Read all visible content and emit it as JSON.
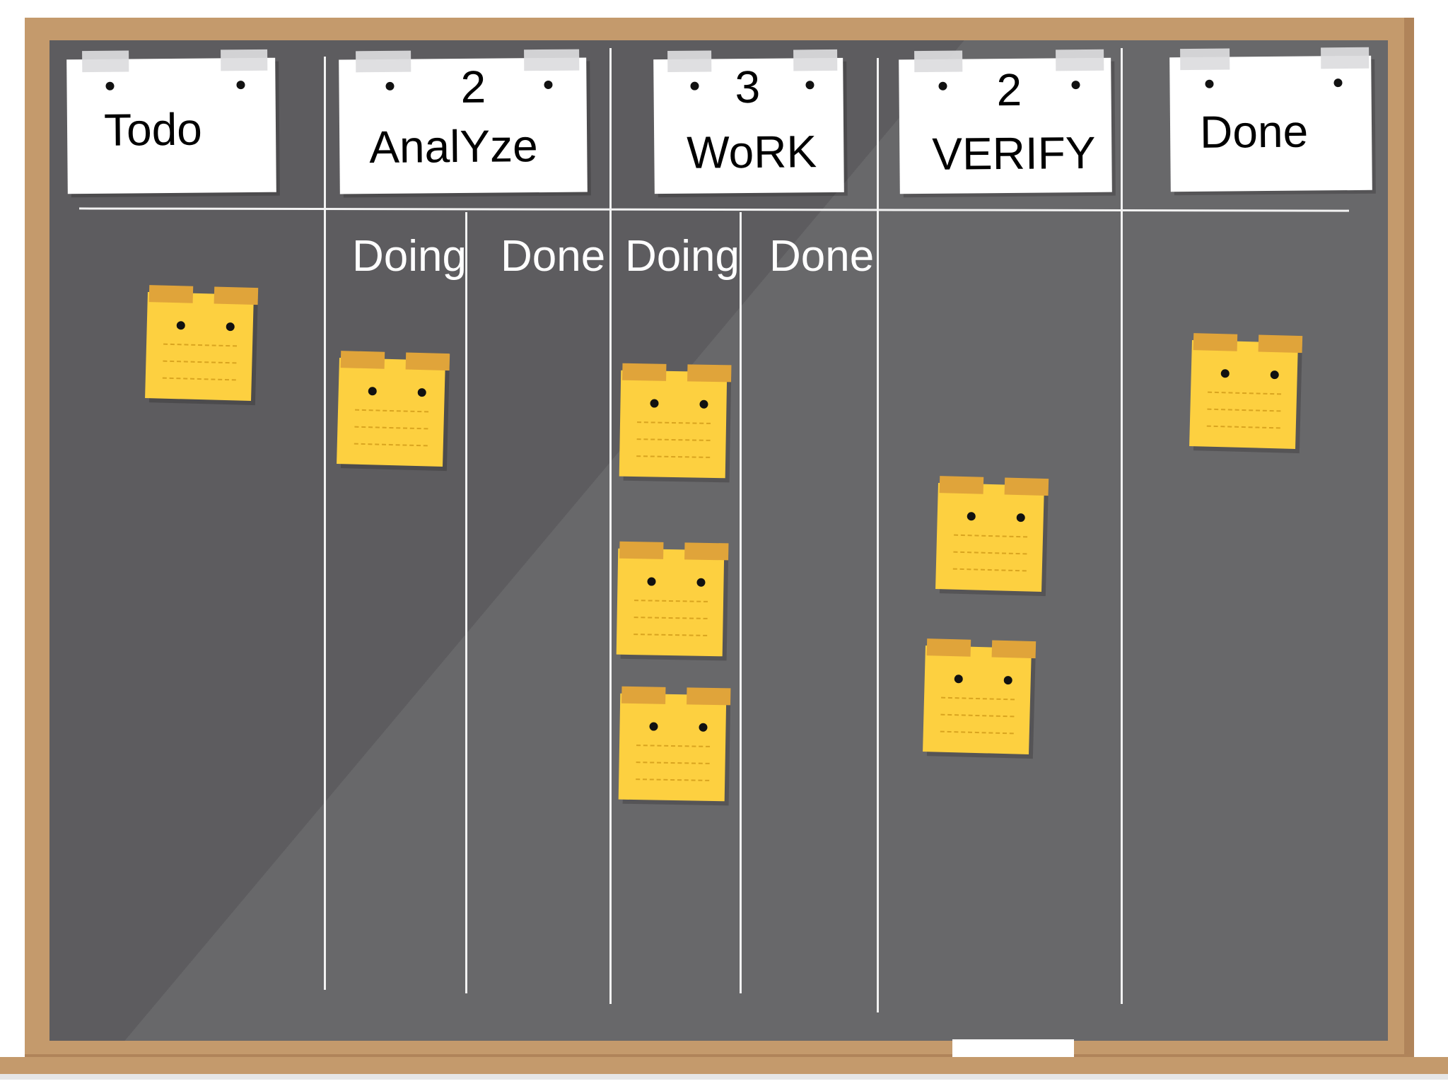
{
  "board": {
    "columns": [
      {
        "title": "Todo",
        "limit": ""
      },
      {
        "title": "AnalYze",
        "limit": "2"
      },
      {
        "title": "WoRK",
        "limit": "3"
      },
      {
        "title": "VERIFY",
        "limit": "2"
      },
      {
        "title": "Done",
        "limit": ""
      }
    ],
    "subcolumns": {
      "analyze": {
        "doing": "Doing",
        "done": "Done"
      },
      "work": {
        "doing": "Doing",
        "done": "Done"
      }
    },
    "card_counts": {
      "todo": 1,
      "analyze_doing": 1,
      "analyze_done": 0,
      "work_doing": 3,
      "work_done": 0,
      "verify": 2,
      "done": 1
    }
  },
  "colors": {
    "board": "#5d5c5f",
    "frame": "#c49a6c",
    "sticky_note": "#fdd040",
    "chalk_line": "#f2f2f2"
  },
  "icons": [
    "sticky-note-icon",
    "tape-icon",
    "paper-card-icon"
  ]
}
